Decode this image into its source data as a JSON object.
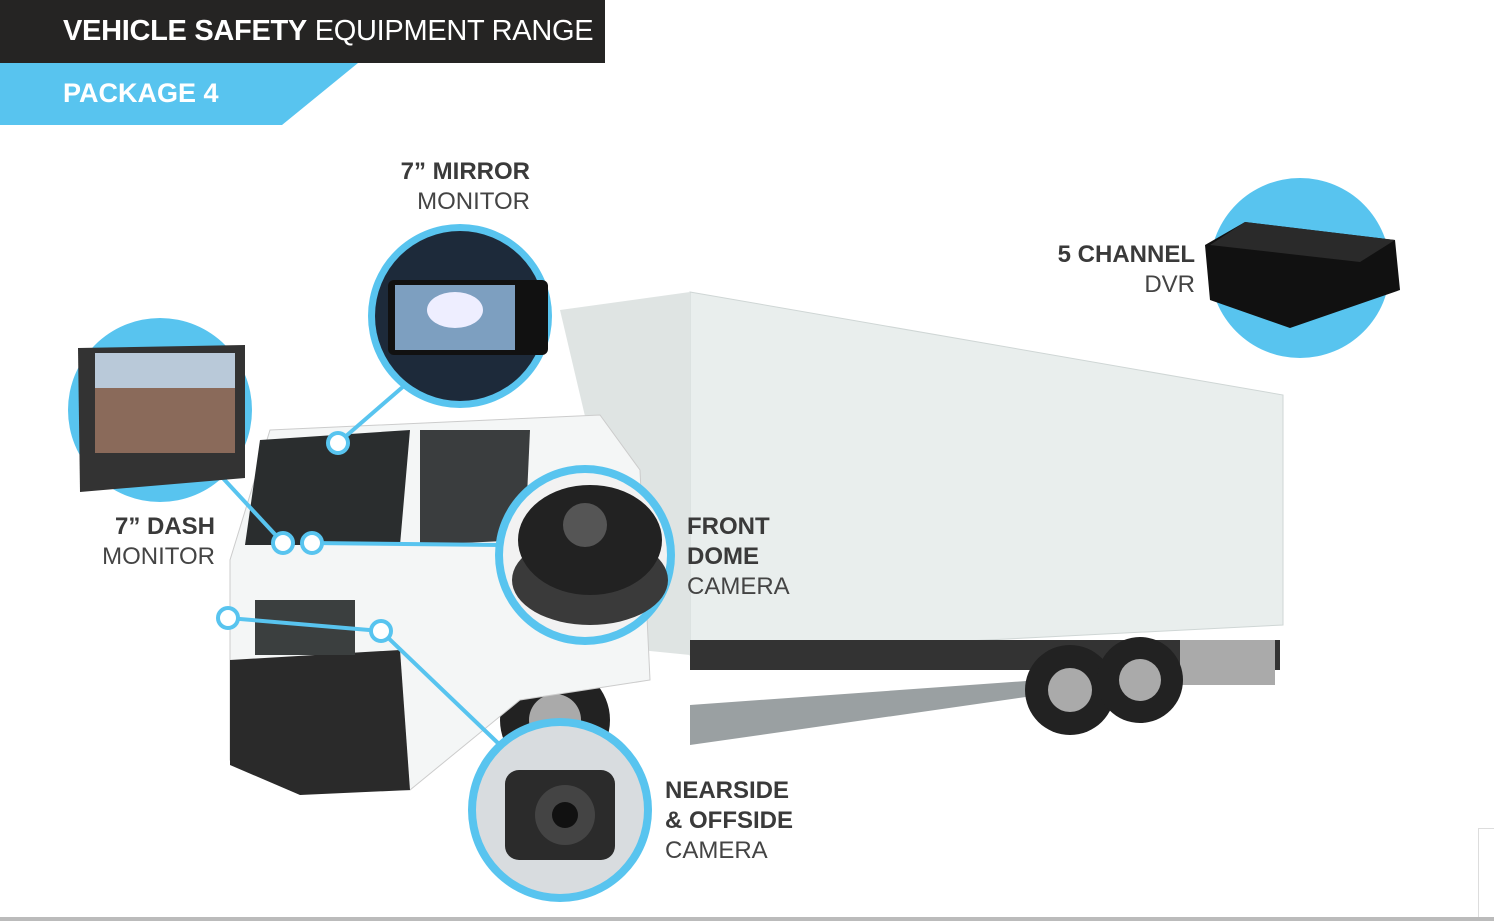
{
  "header": {
    "title_bold": "VEHICLE SAFETY",
    "title_regular": "EQUIPMENT RANGE",
    "package": "PACKAGE 4"
  },
  "labels": {
    "mirror_monitor": {
      "line1": "7” MIRROR",
      "line2": "MONITOR"
    },
    "dash_monitor": {
      "line1": "7” DASH",
      "line2": "MONITOR"
    },
    "dvr": {
      "line1": "5 CHANNEL",
      "line2": "DVR"
    },
    "dome_camera": {
      "line1": "FRONT",
      "line1b": "DOME",
      "line2": "CAMERA"
    },
    "side_camera": {
      "line1": "NEARSIDE",
      "line1b": "& OFFSIDE",
      "line2": "CAMERA"
    }
  },
  "colors": {
    "accent": "#58c4ef",
    "header": "#252423"
  }
}
